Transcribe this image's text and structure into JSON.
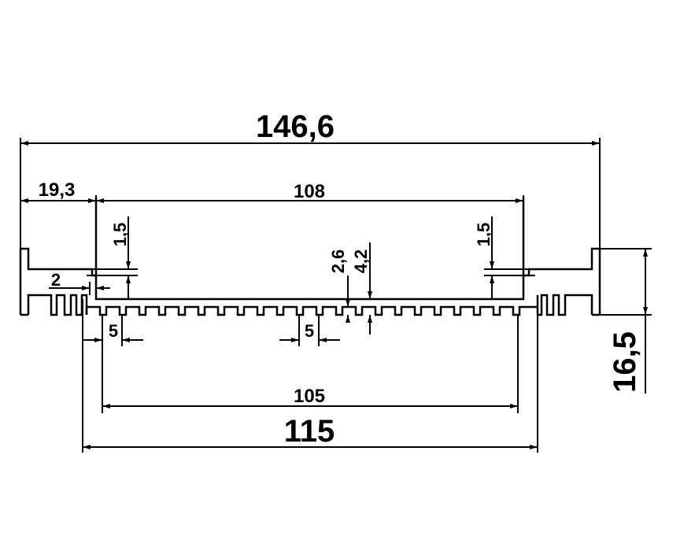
{
  "drawing": {
    "dimensions": {
      "overall_width": "146,6",
      "left_offset": "19,3",
      "inner_width": "108",
      "wall_left": "1,5",
      "wall_right": "1,5",
      "depth_a": "2,6",
      "depth_b": "4,2",
      "gap": "2",
      "pitch_left": "5",
      "pitch_center": "5",
      "fin_span": "105",
      "base_width": "115",
      "height": "16,5"
    },
    "line_color": "#000000",
    "background": "#ffffff"
  }
}
